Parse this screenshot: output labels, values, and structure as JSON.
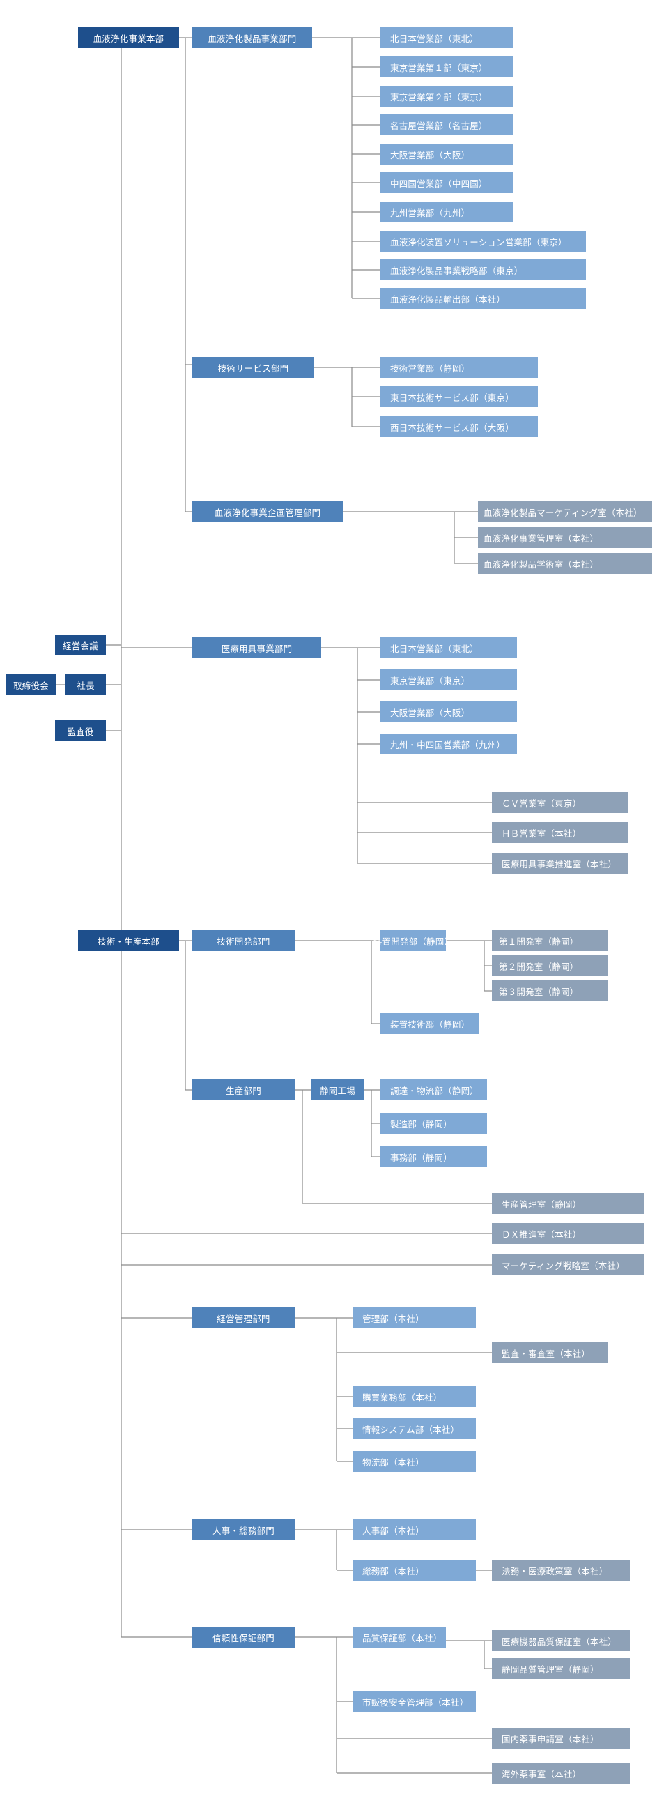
{
  "top": {
    "board": "取締役会",
    "president": "社長",
    "meeting": "経営会議",
    "auditor": "監査役"
  },
  "hq1": {
    "title": "血液浄化事業本部",
    "d1": {
      "title": "血液浄化製品事業部門",
      "items": [
        "北日本営業部（東北）",
        "東京営業第１部（東京）",
        "東京営業第２部（東京）",
        "名古屋営業部（名古屋）",
        "大阪営業部（大阪）",
        "中四国営業部（中四国）",
        "九州営業部（九州）",
        "血液浄化装置ソリューション営業部（東京）",
        "血液浄化製品事業戦略部（東京）",
        "血液浄化製品輸出部（本社）"
      ]
    },
    "d2": {
      "title": "技術サービス部門",
      "items": [
        "技術営業部（静岡）",
        "東日本技術サービス部（東京）",
        "西日本技術サービス部（大阪）"
      ]
    },
    "d3": {
      "title": "血液浄化事業企画管理部門",
      "items": [
        "血液浄化製品マーケティング室（本社）",
        "血液浄化事業管理室（本社）",
        "血液浄化製品学術室（本社）"
      ]
    }
  },
  "medical": {
    "title": "医療用具事業部門",
    "items": [
      "北日本営業部（東北）",
      "東京営業部（東京）",
      "大阪営業部（大阪）",
      "九州・中四国営業部（九州）"
    ],
    "rooms": [
      "ＣＶ営業室（東京）",
      "ＨＢ営業室（本社）",
      "医療用具事業推進室（本社）"
    ]
  },
  "hq2": {
    "title": "技術・生産本部",
    "dev": {
      "title": "技術開発部門",
      "equipment_dev": "装置開発部（静岡）",
      "labs": [
        "第１開発室（静岡）",
        "第２開発室（静岡）",
        "第３開発室（静岡）"
      ],
      "equipment_tech": "装置技術部（静岡）"
    },
    "prod": {
      "title": "生産部門",
      "factory": "静岡工場",
      "factory_items": [
        "調達・物流部（静岡）",
        "製造部（静岡）",
        "事務部（静岡）"
      ],
      "control": "生産管理室（静岡）"
    }
  },
  "dx": "ＤＸ推進室（本社）",
  "marketing": "マーケティング戦略室（本社）",
  "mgmt": {
    "title": "経営管理部門",
    "admin": "管理部（本社）",
    "audit": "監査・審査室（本社）",
    "items": [
      "購買業務部（本社）",
      "情報システム部（本社）",
      "物流部（本社）"
    ]
  },
  "hr": {
    "title": "人事・総務部門",
    "hr_dept": "人事部（本社）",
    "general": "総務部（本社）",
    "legal": "法務・医療政策室（本社）"
  },
  "qa": {
    "title": "信頼性保証部門",
    "quality": "品質保証部（本社）",
    "quality_rooms": [
      "医療機器品質保証室（本社）",
      "静岡品質管理室（静岡）"
    ],
    "postmarket": "市販後安全管理部（本社）",
    "domestic": "国内薬事申請室（本社）",
    "overseas": "海外薬事室（本社）"
  }
}
